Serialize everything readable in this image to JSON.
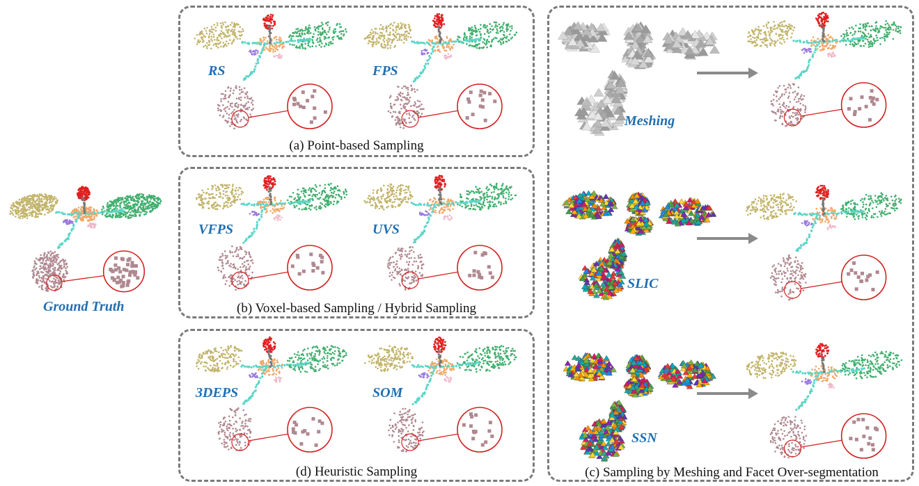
{
  "ground_truth": {
    "label": "Ground Truth"
  },
  "panels": {
    "point_based": {
      "caption": "(a) Point-based Sampling",
      "methods": [
        "RS",
        "FPS"
      ]
    },
    "voxel_based": {
      "caption": "(b) Voxel-based Sampling / Hybrid Sampling",
      "methods": [
        "VFPS",
        "UVS"
      ]
    },
    "heuristic": {
      "caption": "(d) Heuristic Sampling",
      "methods": [
        "3DEPS",
        "SOM"
      ]
    },
    "meshing": {
      "caption": "(c) Sampling by Meshing and Facet Over-segmentation",
      "methods": [
        "Meshing",
        "SLIC",
        "SSN"
      ]
    }
  },
  "colors": {
    "leaf_left": "#c2b46a",
    "leaf_right": "#3fae6c",
    "flower": "#e02020",
    "stem": "#5cd6c8",
    "center": "#f0a868",
    "purple": "#9b7be0",
    "pink": "#f0b8c8",
    "lower_leaf": "#b08890",
    "label_blue": "#1f6fb2",
    "zoom_ring": "#d32020",
    "dashed_border": "#7a7a7a",
    "arrow_gray": "#8a8a8a"
  }
}
